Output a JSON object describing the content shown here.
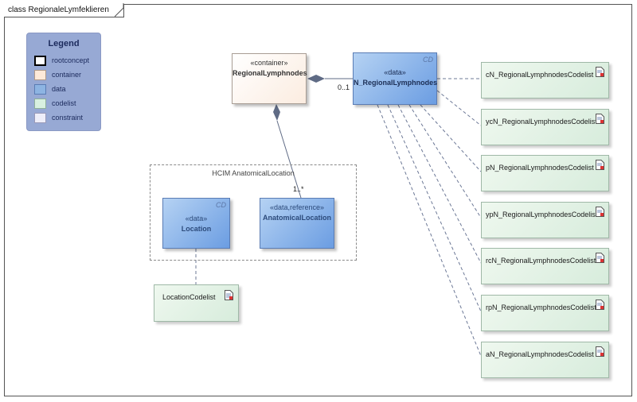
{
  "diagram": {
    "frame_title": "class RegionaleLymfeklieren"
  },
  "legend": {
    "title": "Legend",
    "items": [
      {
        "label": "rootconcept",
        "color": "#ffffff"
      },
      {
        "label": "container",
        "color": "#fde9d9"
      },
      {
        "label": "data",
        "color": "#8db4e2"
      },
      {
        "label": "codelist",
        "color": "#d8f0e0"
      },
      {
        "label": "constraint",
        "color": "#eeeef9"
      }
    ]
  },
  "classes": {
    "container": {
      "stereotype": "«container»",
      "name": "RegionalLymphnodes"
    },
    "n_regional": {
      "stereotype": "«data»",
      "name": "N_RegionalLymphnodes",
      "tag": "CD"
    },
    "location": {
      "stereotype": "«data»",
      "name": "Location",
      "tag": "CD"
    },
    "anatomical": {
      "stereotype": "«data,reference»",
      "name": "AnatomicalLocation"
    }
  },
  "package": {
    "label": "HCIM AnatomicalLocation"
  },
  "multiplicities": {
    "n_regional": "0..1",
    "anatomical": "1..*"
  },
  "codelists": [
    "cN_RegionalLymphnodesCodelist",
    "ycN_RegionalLymphnodesCodelist",
    "pN_RegionalLymphnodesCodelist",
    "ypN_RegionalLymphnodesCodelist",
    "rcN_RegionalLymphnodesCodelist",
    "rpN_RegionalLymphnodesCodelist",
    "aN_RegionalLymphnodesCodelist"
  ],
  "location_codelist": "LocationCodelist",
  "colors": {
    "frame": "#555555",
    "edge": "#5f6b85",
    "dashed_edge": "#6c7896"
  }
}
